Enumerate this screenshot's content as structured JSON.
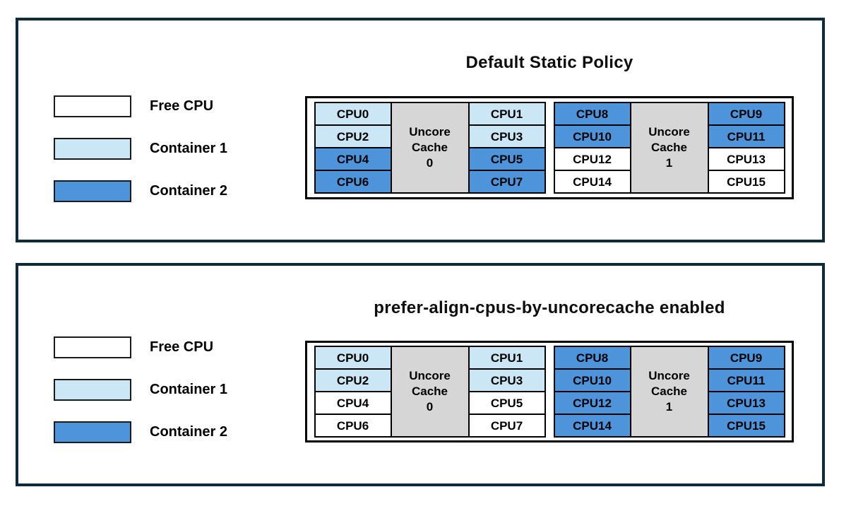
{
  "colors": {
    "free": "#FFFFFF",
    "container1": "#CBE6F5",
    "container2": "#4E94DA",
    "uncore_cache": "#D6D6D6",
    "panel_border": "#0E2B3C",
    "cell_border": "#000000"
  },
  "legend": {
    "items": [
      {
        "label": "Free CPU",
        "color_key": "free"
      },
      {
        "label": "Container 1",
        "color_key": "container1"
      },
      {
        "label": "Container 2",
        "color_key": "container2"
      }
    ]
  },
  "panels": [
    {
      "title": "Default Static Policy",
      "clusters": [
        {
          "cache_label_lines": [
            "Uncore",
            "Cache",
            "0"
          ],
          "left_cpus": [
            {
              "label": "CPU0",
              "owner": "container1"
            },
            {
              "label": "CPU2",
              "owner": "container1"
            },
            {
              "label": "CPU4",
              "owner": "container2"
            },
            {
              "label": "CPU6",
              "owner": "container2"
            }
          ],
          "right_cpus": [
            {
              "label": "CPU1",
              "owner": "container1"
            },
            {
              "label": "CPU3",
              "owner": "container1"
            },
            {
              "label": "CPU5",
              "owner": "container2"
            },
            {
              "label": "CPU7",
              "owner": "container2"
            }
          ]
        },
        {
          "cache_label_lines": [
            "Uncore",
            "Cache",
            "1"
          ],
          "left_cpus": [
            {
              "label": "CPU8",
              "owner": "container2"
            },
            {
              "label": "CPU10",
              "owner": "container2"
            },
            {
              "label": "CPU12",
              "owner": "free"
            },
            {
              "label": "CPU14",
              "owner": "free"
            }
          ],
          "right_cpus": [
            {
              "label": "CPU9",
              "owner": "container2"
            },
            {
              "label": "CPU11",
              "owner": "container2"
            },
            {
              "label": "CPU13",
              "owner": "free"
            },
            {
              "label": "CPU15",
              "owner": "free"
            }
          ]
        }
      ]
    },
    {
      "title": "prefer-align-cpus-by-uncorecache enabled",
      "clusters": [
        {
          "cache_label_lines": [
            "Uncore",
            "Cache",
            "0"
          ],
          "left_cpus": [
            {
              "label": "CPU0",
              "owner": "container1"
            },
            {
              "label": "CPU2",
              "owner": "container1"
            },
            {
              "label": "CPU4",
              "owner": "free"
            },
            {
              "label": "CPU6",
              "owner": "free"
            }
          ],
          "right_cpus": [
            {
              "label": "CPU1",
              "owner": "container1"
            },
            {
              "label": "CPU3",
              "owner": "container1"
            },
            {
              "label": "CPU5",
              "owner": "free"
            },
            {
              "label": "CPU7",
              "owner": "free"
            }
          ]
        },
        {
          "cache_label_lines": [
            "Uncore",
            "Cache",
            "1"
          ],
          "left_cpus": [
            {
              "label": "CPU8",
              "owner": "container2"
            },
            {
              "label": "CPU10",
              "owner": "container2"
            },
            {
              "label": "CPU12",
              "owner": "container2"
            },
            {
              "label": "CPU14",
              "owner": "container2"
            }
          ],
          "right_cpus": [
            {
              "label": "CPU9",
              "owner": "container2"
            },
            {
              "label": "CPU11",
              "owner": "container2"
            },
            {
              "label": "CPU13",
              "owner": "container2"
            },
            {
              "label": "CPU15",
              "owner": "container2"
            }
          ]
        }
      ]
    }
  ]
}
